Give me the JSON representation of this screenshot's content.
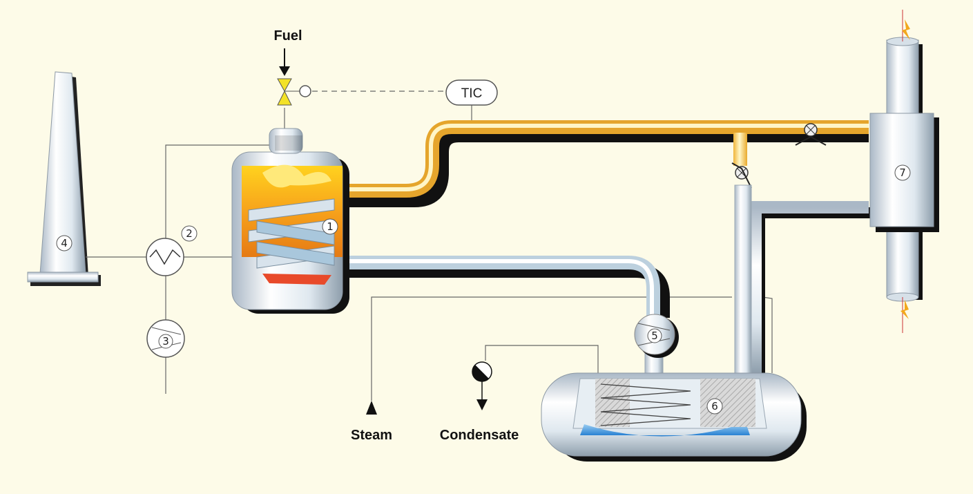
{
  "labels": {
    "fuel": "Fuel",
    "tic": "TIC",
    "steam": "Steam",
    "condensate": "Condensate"
  },
  "component_numbers": {
    "heater": "1",
    "heat_exchanger": "2",
    "blower": "3",
    "stack": "4",
    "pump": "5",
    "tank": "6",
    "consumer": "7"
  },
  "colors": {
    "background": "#fdfbe8",
    "hot_pipe": "#f2c94c",
    "cold_pipe": "#c9dce8",
    "flame": "#f7a21b",
    "water": "#2f86d6",
    "valve": "#f3e227"
  }
}
